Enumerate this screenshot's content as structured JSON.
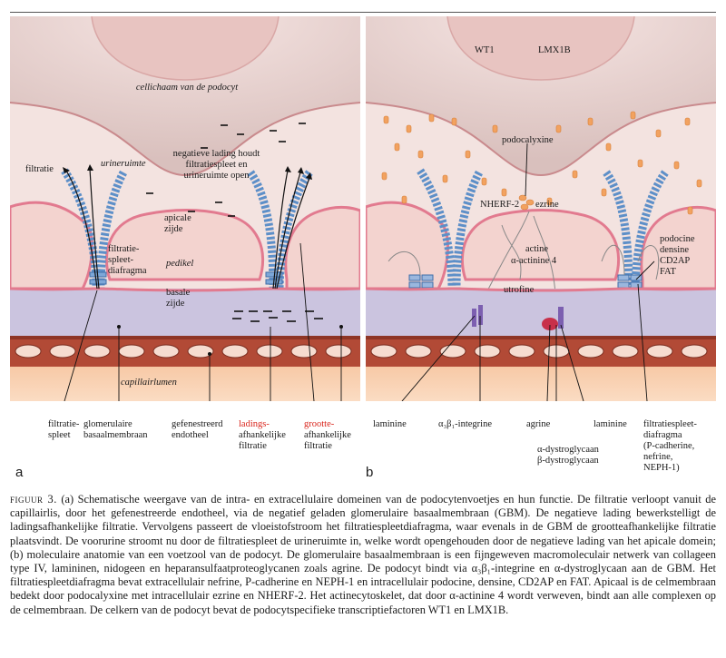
{
  "panel_a": {
    "letter": "a",
    "labels": {
      "cell_body": "cellichaam van de podocyt",
      "filtration": "filtratie",
      "urinary_space": "urineruimte",
      "negative_charge": "negatieve lading houdt\nfiltratiespleet en\nurineruimte open",
      "slit_diaphragm": "filtratie-\nspleet-\ndiafragma",
      "apical_side": "apicale\nzijde",
      "pedicel": "pedikel",
      "basal_side": "basale\nzijde",
      "capillary_lumen": "capillairlumen"
    },
    "bottom": {
      "slit": "filtratie-\nspleet",
      "gbm": "glomerulaire\nbasaalmembraan",
      "endothelium": "gefenestreerd\nendotheel",
      "charge_title": "ladings-",
      "charge_rest": "afhankelijke\nfiltratie",
      "size_title": "grootte-",
      "size_rest": "afhankelijke\nfiltratie"
    }
  },
  "panel_b": {
    "letter": "b",
    "labels": {
      "wt1": "WT1",
      "lmx1b": "LMX1B",
      "podocalyxin": "podocalyxine",
      "nherf2": "NHERF-2",
      "ezrin": "ezrine",
      "actin": "actine",
      "actinin": "α-actinine 4",
      "utrophin": "utrofine",
      "podocin_block": "podocine\ndensine\nCD2AP\nFAT"
    },
    "bottom": {
      "laminin_left": "laminine",
      "integrin": "α₃β₁-integrine",
      "agrin": "agrine",
      "laminin_right": "laminine",
      "slit_diaphragm": "filtratiespleet-\ndiafragma\n(P-cadherine,\nnefrine,\nNEPH-1)",
      "dystroglycan": "α-dystroglycaan\nβ-dystroglycaan"
    }
  },
  "caption": {
    "figure_label": "figuur 3.",
    "text": "(a) Schematische weergave van de intra- en extracellulaire domeinen van de podocytenvoetjes en hun functie. De filtratie verloopt vanuit de capillairlis, door het gefenestreerde endotheel, via de negatief geladen glomerulaire basaalmembraan (GBM). De negatieve lading bewerkstelligt de ladingsafhankelijke filtratie. Vervolgens passeert de vloeistofstroom het filtratiespleetdiafragma, waar evenals in de GBM de grootteafhankelijke filtratie plaatsvindt. De voorurine stroomt nu door de filtratiespleet de urineruimte in, welke wordt opengehouden door de negatieve lading van het apicale domein; (b) moleculaire anatomie van een voetzool van de podocyt. De glomerulaire basaalmembraan is een fijngeweven macromoleculair netwerk van collageen type IV, lamininen, nidogeen en heparansulfaatproteoglycanen zoals agrine. De podocyt bindt via α₃β₁-integrine en α-dystroglycaan aan de GBM. Het filtratiespleetdiafragma bevat extracellulair nefrine, P-cadherine en NEPH-1 en intracellulair podocine, densine, CD2AP en FAT. Apicaal is de celmembraan bedekt door podocalyxine met intracellulair ezrine en NHERF-2. Het actinecytoskelet, dat door α-actinine 4 wordt verweven, bindt aan alle complexen op de celmembraan. De celkern van de podocyt bevat de podocytspecifieke transcriptiefactoren WT1 en LMX1B."
  },
  "colors": {
    "cytoplasm": "#f2ddd9",
    "membrane": "#e0738a",
    "gbm": "#c9c3de",
    "endothelium": "#b04a35",
    "lumen": "#f8d2b2",
    "slit_blue": "#5d8fc8",
    "vesicle": "#f2a260",
    "red_label": "#d9251c"
  }
}
